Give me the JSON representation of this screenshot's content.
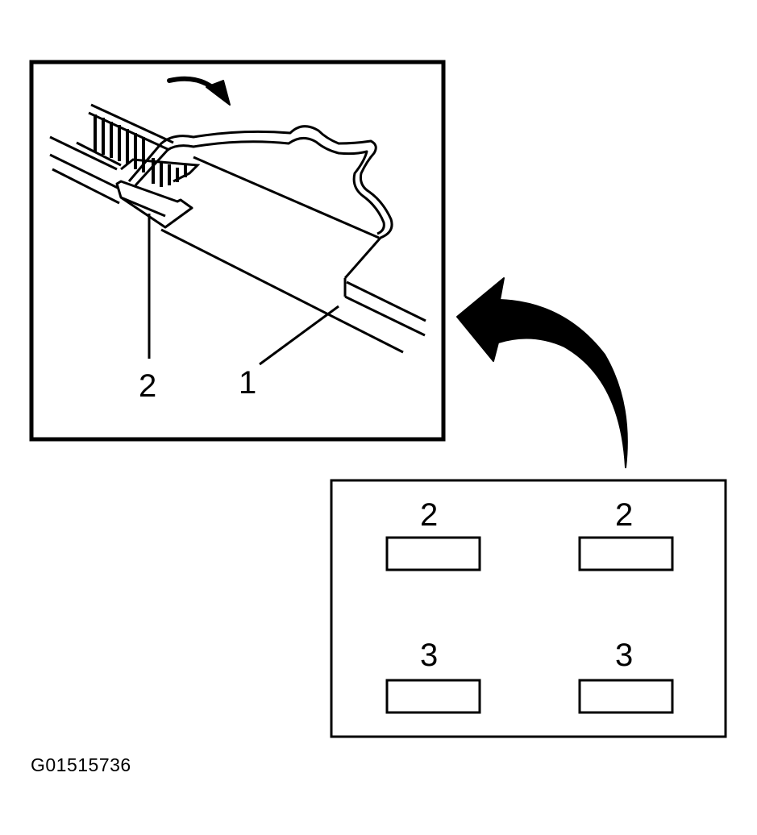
{
  "figure_id": "G01515736",
  "detail_view": {
    "callouts": {
      "part_1": "1",
      "part_2": "2"
    }
  },
  "overview_panel": {
    "slots": [
      {
        "label": "2"
      },
      {
        "label": "2"
      },
      {
        "label": "3"
      },
      {
        "label": "3"
      }
    ]
  },
  "icons": {
    "rotation_arrow": "curved-arrow-icon",
    "pointer_arrow": "curved-pointer-arrow-icon"
  },
  "colors": {
    "ink": "#000000",
    "paper": "#ffffff"
  }
}
